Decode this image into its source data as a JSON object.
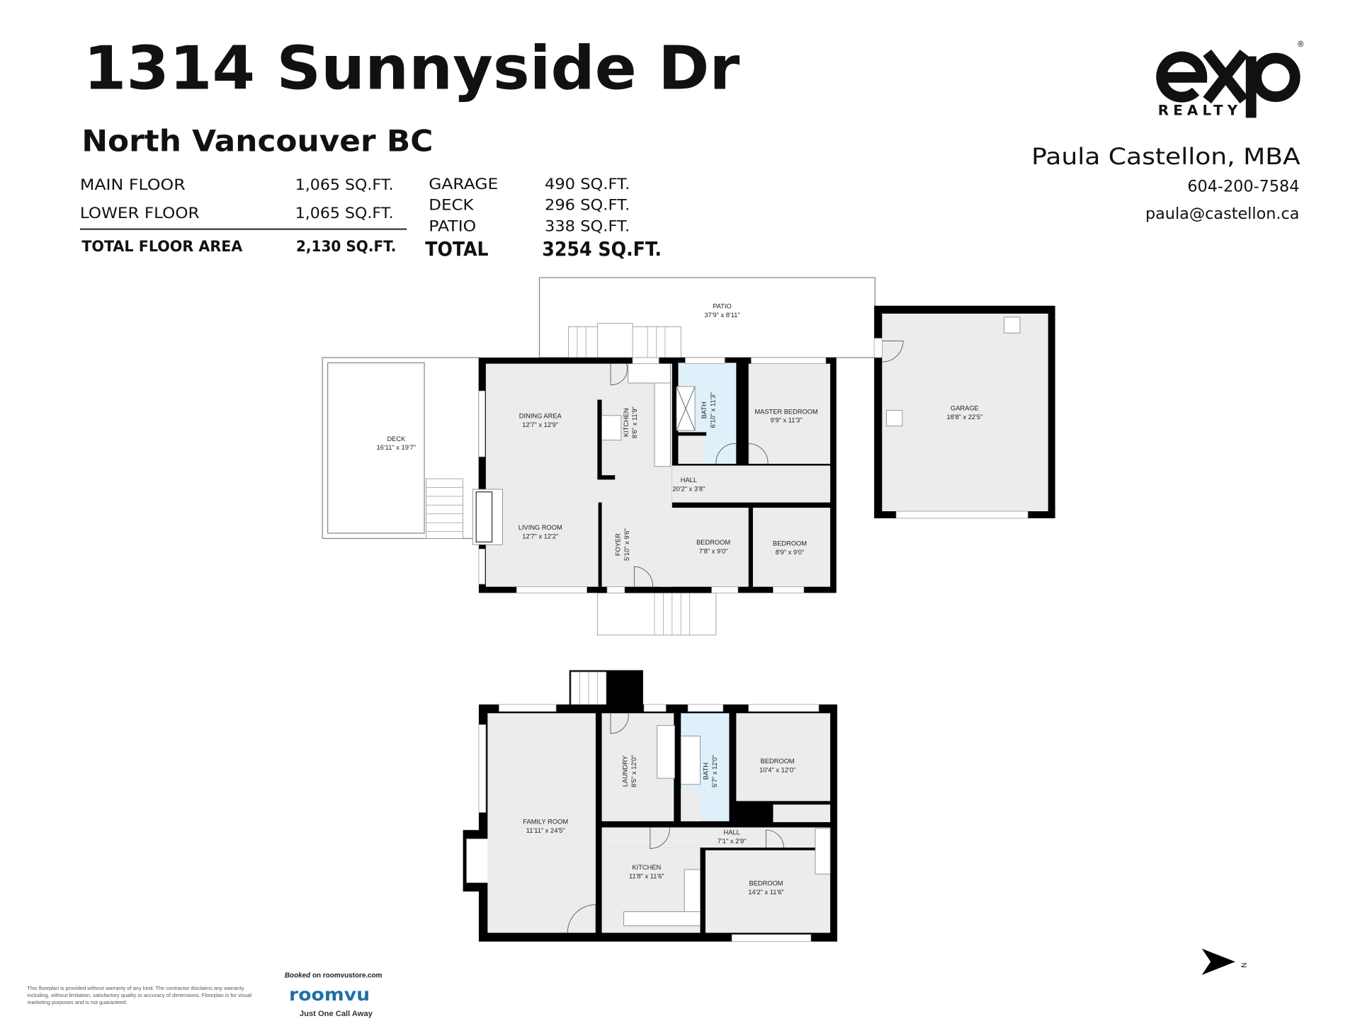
{
  "header": {
    "address": "1314 Sunnyside Dr",
    "city": "North Vancouver BC"
  },
  "areas": {
    "left": [
      {
        "label": "MAIN FLOOR",
        "value": "1,065 SQ.FT."
      },
      {
        "label": "LOWER FLOOR",
        "value": "1,065 SQ.FT."
      }
    ],
    "total_floor": {
      "label": "TOTAL FLOOR AREA",
      "value": "2,130 SQ.FT."
    },
    "right": [
      {
        "label": "GARAGE",
        "value": "490 SQ.FT."
      },
      {
        "label": "DECK",
        "value": "296 SQ.FT."
      },
      {
        "label": "PATIO",
        "value": "338 SQ.FT."
      }
    ],
    "total": {
      "label": "TOTAL",
      "value": "3254 SQ.FT."
    }
  },
  "brand": {
    "logo_text": "eXp",
    "logo_sub": "REALTY",
    "registered": "®"
  },
  "agent": {
    "name": "Paula Castellon, MBA",
    "phone": "604-200-7584",
    "email": "paula@castellon.ca"
  },
  "main_floor": {
    "rooms": [
      {
        "name": "PATIO",
        "dim": "37'9\" x 8'11\""
      },
      {
        "name": "DECK",
        "dim": "16'11\" x 19'7\""
      },
      {
        "name": "DINING AREA",
        "dim": "12'7\" x 12'9\""
      },
      {
        "name": "KITCHEN",
        "dim": "8'6\" x 11'9\""
      },
      {
        "name": "BATH",
        "dim": "6'10\" x 11'3\""
      },
      {
        "name": "MASTER BEDROOM",
        "dim": "9'9\" x 11'3\""
      },
      {
        "name": "HALL",
        "dim": "20'2\" x 3'8\""
      },
      {
        "name": "LIVING ROOM",
        "dim": "12'7\" x 12'2\""
      },
      {
        "name": "FOYER",
        "dim": "5'10\" x 9'6\""
      },
      {
        "name": "BEDROOM",
        "dim": "7'8\" x 9'0\""
      },
      {
        "name": "BEDROOM",
        "dim": "8'9\" x 9'0\""
      },
      {
        "name": "GARAGE",
        "dim": "18'8\" x 22'5\""
      }
    ]
  },
  "lower_floor": {
    "rooms": [
      {
        "name": "LAUNDRY",
        "dim": "8'5\" x 12'0\""
      },
      {
        "name": "BATH",
        "dim": "5'7\" x 12'0\""
      },
      {
        "name": "BEDROOM",
        "dim": "10'4\" x 12'0\""
      },
      {
        "name": "FAMILY ROOM",
        "dim": "11'11\" x 24'5\""
      },
      {
        "name": "HALL",
        "dim": "7'1\" x 2'9\""
      },
      {
        "name": "KITCHEN",
        "dim": "11'8\" x 11'6\""
      },
      {
        "name": "BEDROOM",
        "dim": "14'2\" x 11'6\""
      }
    ]
  },
  "compass": {
    "label": "N",
    "icon": "north-arrow-icon"
  },
  "footer": {
    "disclaimer": [
      "This floorplan is provided without  warranty of any kind. The contractor disclaims any warranty",
      "including, without limitation, satisfactory quality or accuracy of dimensions. Floorplan is for visual",
      "marketing purposes and is not guaranteed."
    ],
    "booked_prefix": "Booked",
    "booked_suffix": "on roomvustore.com",
    "roomvu_logo": "roomvu",
    "tagline": "Just  One Call Away"
  },
  "colors": {
    "roomvu": "#1f6fa8",
    "bath": "#dff0fa",
    "room": "#ececec"
  }
}
